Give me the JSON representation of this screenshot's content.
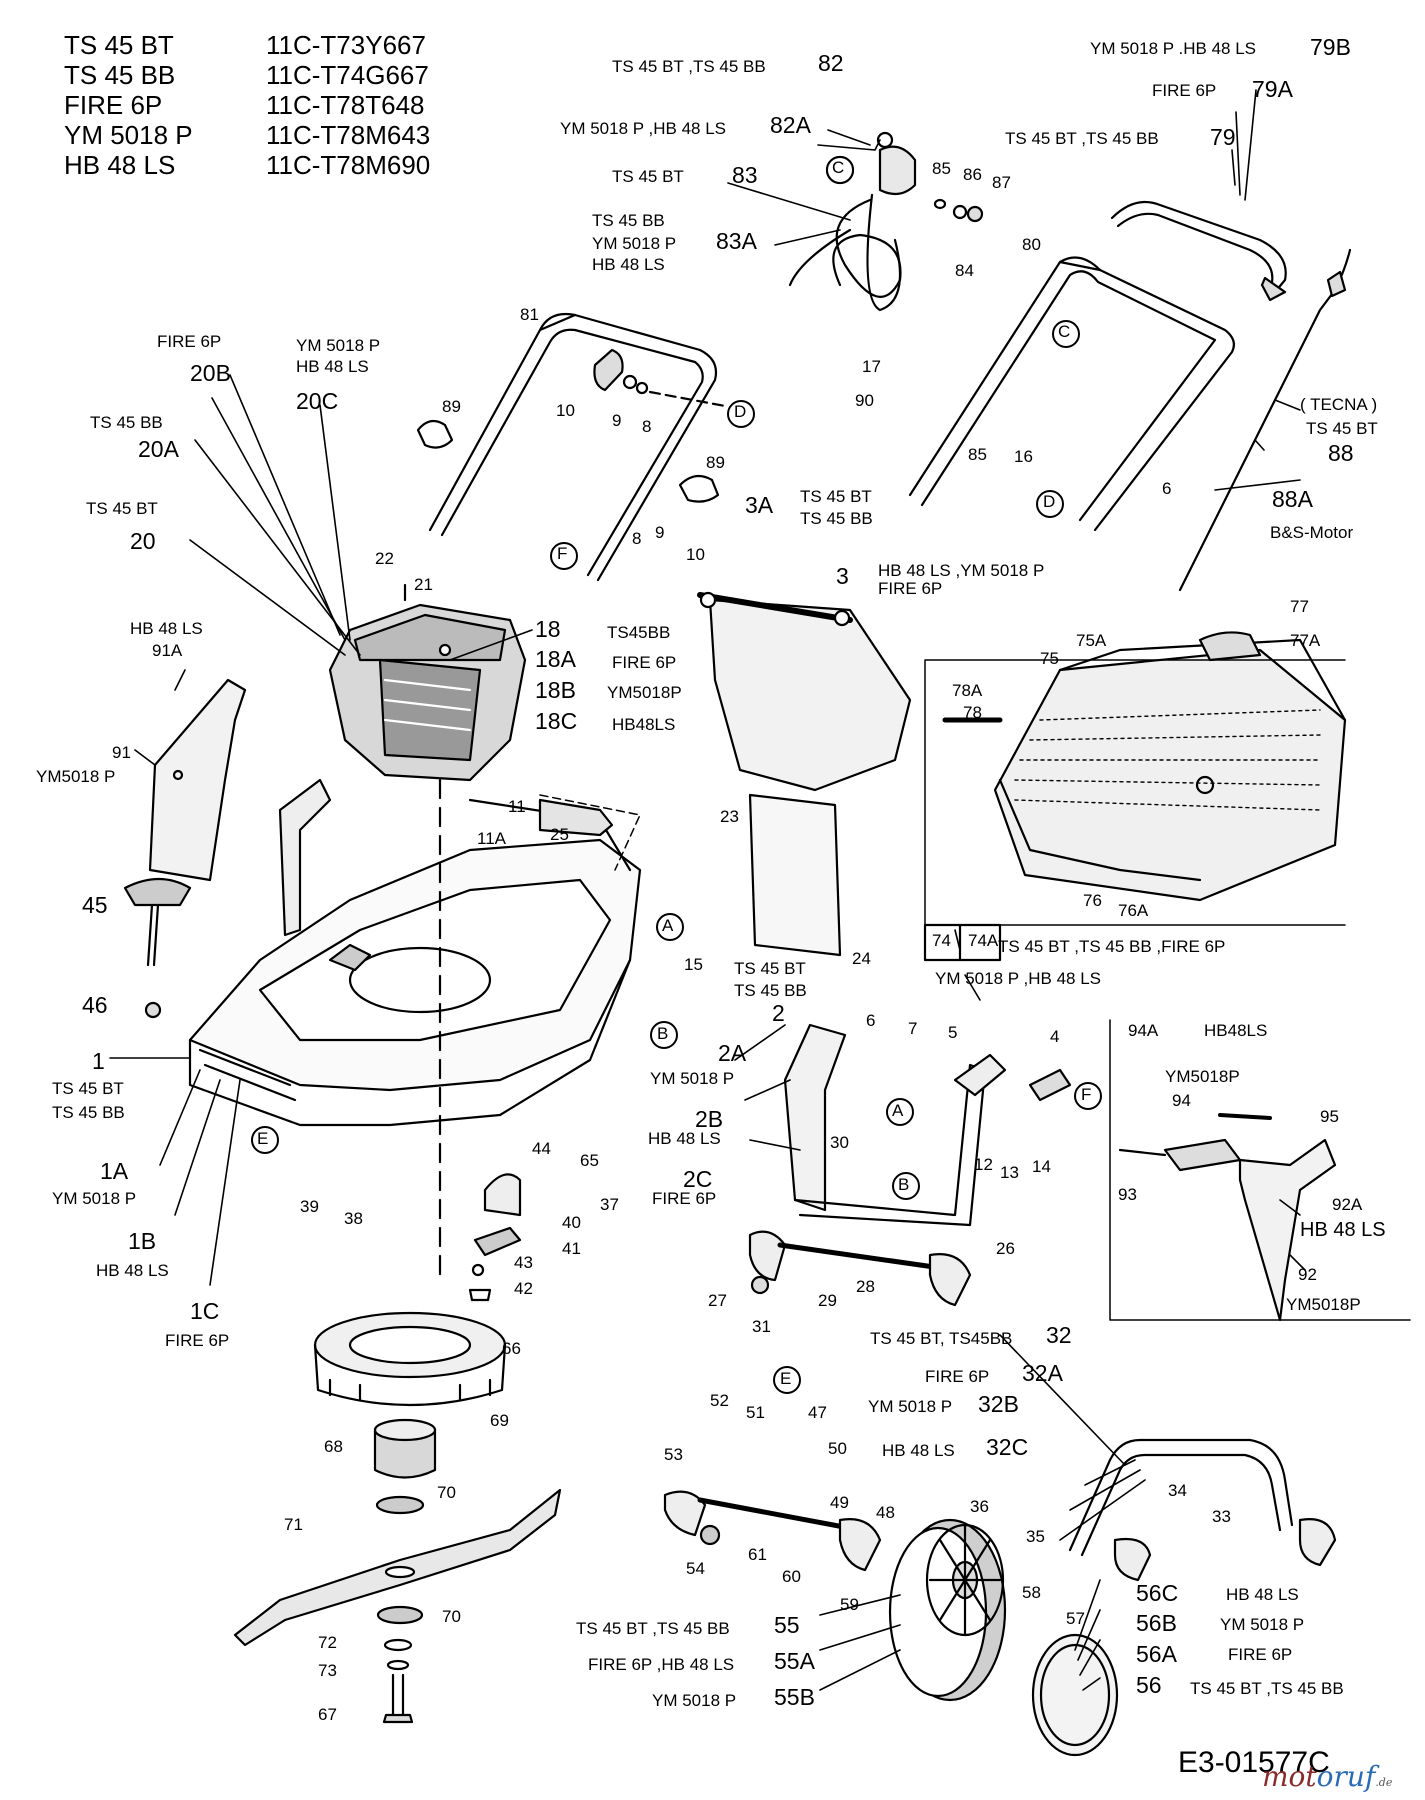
{
  "models": [
    {
      "name": "TS 45 BT",
      "code": "11C-T73Y667"
    },
    {
      "name": "TS 45 BB",
      "code": "11C-T74G667"
    },
    {
      "name": "FIRE 6P",
      "code": "11C-T78T648"
    },
    {
      "name": "YM 5018 P",
      "code": "11C-T78M643"
    },
    {
      "name": "HB 48 LS",
      "code": "11C-T78M690"
    }
  ],
  "diagram_id": "E3-01577C",
  "watermark": {
    "part1": "mot",
    "part2": "oruf",
    "suffix": ".de"
  },
  "labels": {
    "ts45bt_ts45bb_82": "TS 45 BT ,TS 45 BB",
    "p82": "82",
    "ym5018p_hb48ls_82a": "YM 5018 P ,HB 48 LS",
    "p82a": "82A",
    "ts45bt_83": "TS 45 BT",
    "p83": "83",
    "ts45bb_83a": "TS 45 BB",
    "ym5018p_83a": "YM 5018 P",
    "hb48ls_83a": "HB 48 LS",
    "p83a": "83A",
    "p85a": "85",
    "p86": "86",
    "p87": "87",
    "c1": "C",
    "ym_hb_79b": "YM 5018 P .HB 48 LS",
    "p79b": "79B",
    "fire6p_79a": "FIRE 6P",
    "p79a": "79A",
    "ts_79": "TS 45 BT ,TS 45 BB",
    "p79": "79",
    "p80": "80",
    "p84": "84",
    "c2": "C",
    "p17": "17",
    "p90": "90",
    "p85b": "85",
    "p16": "16",
    "tecna": "( TECNA )",
    "ts45bt_88": "TS 45 BT",
    "p88": "88",
    "p88a": "88A",
    "bs_motor": "B&S-Motor",
    "d1": "D",
    "p6a": "6",
    "p81": "81",
    "p10a": "10",
    "p9a": "9",
    "p8a": "8",
    "d2": "D",
    "p89a": "89",
    "p89b": "89",
    "fire6p_20b": "FIRE 6P",
    "p20b": "20B",
    "ym_20c": "YM 5018 P",
    "hb_20c": "HB 48 LS",
    "p20c": "20C",
    "ts45bb_20a": "TS 45 BB",
    "p20a": "20A",
    "ts45bt_20": "TS 45 BT",
    "p20": "20",
    "p22": "22",
    "p21": "21",
    "p18": "18",
    "p18a": "18A",
    "p18b": "18B",
    "p18c": "18C",
    "ts45bb_18": "TS45BB",
    "fire6p_18a": "FIRE 6P",
    "ym_18b": "YM5018P",
    "hb_18c": "HB48LS",
    "f1": "F",
    "p8b": "8",
    "p9b": "9",
    "p10b": "10",
    "ts45bt_3a": "TS 45 BT",
    "ts45bb_3a": "TS 45 BB",
    "p3a": "3A",
    "p3": "3",
    "hb_ym_3": "HB 48 LS ,YM 5018 P",
    "fire6p_3": "FIRE 6P",
    "p78a": "78A",
    "p78": "78",
    "p75": "75",
    "p75a": "75A",
    "p77": "77",
    "p77a": "77A",
    "p76": "76",
    "p76a": "76A",
    "p74": "74",
    "p74a": "74A",
    "ts_74a": "TS 45 BT ,TS 45 BB ,FIRE 6P",
    "ym_hb_74": "YM 5018 P ,HB 48 LS",
    "hb48ls_91a": "HB 48 LS",
    "p91a": "91A",
    "p91": "91",
    "ym5018p_91": "YM5018 P",
    "p45": "45",
    "p46": "46",
    "p11": "11",
    "p11a": "11A",
    "p25": "25",
    "p23": "23",
    "p24": "24",
    "a1": "A",
    "b1": "B",
    "p15": "15",
    "p1": "1",
    "ts45bt_1": "TS 45 BT",
    "ts45bb_1": "TS 45 BB",
    "e1": "E",
    "p1a": "1A",
    "ym_1a": "YM 5018 P",
    "p1b": "1B",
    "hb_1b": "HB 48 LS",
    "p1c": "1C",
    "fire_1c": "FIRE 6P",
    "p39": "39",
    "p38": "38",
    "p44": "44",
    "p65": "65",
    "p37": "37",
    "p40": "40",
    "p41": "41",
    "p43": "43",
    "p42": "42",
    "ts45bt_2": "TS 45 BT",
    "ts45bb_2": "TS 45 BB",
    "p2": "2",
    "p2a": "2A",
    "ym_2a": "YM 5018 P",
    "p2b": "2B",
    "hb_2b": "HB 48 LS",
    "p2c": "2C",
    "fire_2c": "FIRE 6P",
    "p30": "30",
    "p6b": "6",
    "p7": "7",
    "p5": "5",
    "p4": "4",
    "a2": "A",
    "f2": "F",
    "p12": "12",
    "p13": "13",
    "p14": "14",
    "b2": "B",
    "p26": "26",
    "p27": "27",
    "p29": "29",
    "p28": "28",
    "p31": "31",
    "p94a": "94A",
    "hb48ls_94a": "HB48LS",
    "ym_94": "YM5018P",
    "p94": "94",
    "p95": "95",
    "p93": "93",
    "p92a": "92A",
    "hb_92a": "HB 48 LS",
    "p92": "92",
    "ym_92": "YM5018P",
    "p66": "66",
    "p69": "69",
    "p68": "68",
    "p70a": "70",
    "p71": "71",
    "p70b": "70",
    "p72": "72",
    "p73": "73",
    "p67": "67",
    "ts_32": "TS 45 BT, TS45BB",
    "p32": "32",
    "fire_32a": "FIRE 6P",
    "p32a": "32A",
    "ym_32b": "YM 5018 P",
    "p32b": "32B",
    "hb_32c": "HB 48 LS",
    "p32c": "32C",
    "e2": "E",
    "p52": "52",
    "p51": "51",
    "p47": "47",
    "p50": "50",
    "p53": "53",
    "p49": "49",
    "p48": "48",
    "p54": "54",
    "p61": "61",
    "p60": "60",
    "p59": "59",
    "p36": "36",
    "p35": "35",
    "p34": "34",
    "p33": "33",
    "p58": "58",
    "p57": "57",
    "ts_55": "TS 45 BT ,TS 45 BB",
    "p55": "55",
    "fire_hb_55a": "FIRE 6P ,HB 48 LS",
    "p55a": "55A",
    "ym_55b": "YM 5018 P",
    "p55b": "55B",
    "p56c": "56C",
    "hb_56c": "HB 48 LS",
    "p56b": "56B",
    "ym_56b": "YM 5018 P",
    "p56a": "56A",
    "fire_56a": "FIRE 6P",
    "p56": "56",
    "ts_56": "TS 45 BT ,TS 45 BB"
  }
}
